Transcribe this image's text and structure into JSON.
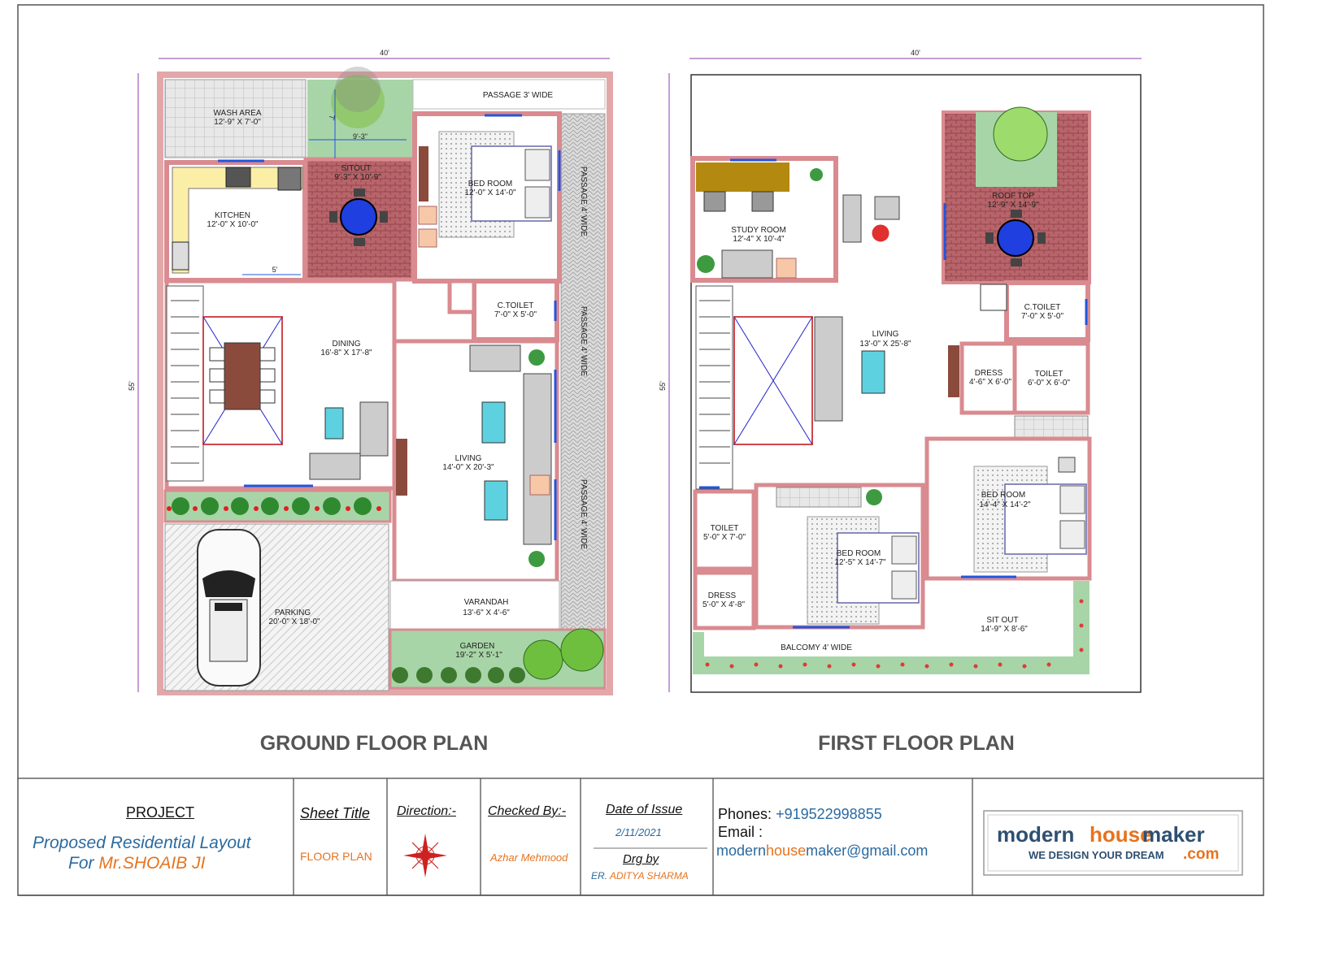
{
  "ground_floor": {
    "title": "GROUND FLOOR PLAN",
    "width_dim": "40'",
    "depth_dim": "55'",
    "courtyard_dim": "9'-3\"",
    "courtyard_depth_dim": "7'",
    "kitchen_dim": "5'",
    "rooms": [
      {
        "name": "WASH AREA",
        "size": "12'-9\" X 7'-0\""
      },
      {
        "name": "PASSAGE 3' WIDE",
        "size": ""
      },
      {
        "name": "SITOUT",
        "size": "9'-3\" X 10'-9\""
      },
      {
        "name": "BED ROOM",
        "size": "12'-0\" X 14'-0\""
      },
      {
        "name": "KITCHEN",
        "size": "12'-0\" X 10'-0\""
      },
      {
        "name": "C.TOILET",
        "size": "7'-0\" X 5'-0\""
      },
      {
        "name": "DINING",
        "size": "16'-8\" X 17'-8\""
      },
      {
        "name": "LIVING",
        "size": "14'-0\" X 20'-3\""
      },
      {
        "name": "PARKING",
        "size": "20'-0\" X 18'-0\""
      },
      {
        "name": "VARANDAH",
        "size": "13'-6\" X 4'-6\""
      },
      {
        "name": "GARDEN",
        "size": "19'-2\" X 5'-1\""
      }
    ],
    "passages": [
      "PASSAGE 4' WIDE",
      "PASSAGE 4' WIDE",
      "PASSAGE 4' WIDE"
    ]
  },
  "first_floor": {
    "title": "FIRST FLOOR PLAN",
    "width_dim": "40'",
    "depth_dim": "55'",
    "rooms": [
      {
        "name": "STUDY ROOM",
        "size": "12'-4\" X 10'-4\""
      },
      {
        "name": "ROOF TOP",
        "size": "12'-9\" X 14'-9\""
      },
      {
        "name": "C.TOILET",
        "size": "7'-0\" X 5'-0\""
      },
      {
        "name": "LIVING",
        "size": "13'-0\" X 25'-8\""
      },
      {
        "name": "DRESS",
        "size": "4'-6\" X 6'-0\""
      },
      {
        "name": "TOILET",
        "size": "6'-0\" X 6'-0\""
      },
      {
        "name": "BED ROOM",
        "size": "14'-4\" X 14'-2\""
      },
      {
        "name": "TOILET",
        "size": "5'-0\" X 7'-0\""
      },
      {
        "name": "BED ROOM",
        "size": "12'-5\" X 14'-7\""
      },
      {
        "name": "DRESS",
        "size": "5'-0\" X 4'-8\""
      },
      {
        "name": "SIT OUT",
        "size": "14'-9\" X 8'-6\""
      },
      {
        "name": "BALCOMY 4' WIDE",
        "size": ""
      }
    ]
  },
  "title_block": {
    "project_heading": "PROJECT",
    "project_line1": "Proposed Residential Layout",
    "project_line2_prefix": "For",
    "client_name": "Mr.SHOAIB JI",
    "sheet_title_heading": "Sheet Title",
    "sheet_title": "FLOOR PLAN",
    "direction_heading": "Direction:-",
    "checked_by_heading": "Checked By:-",
    "checked_by": "Azhar Mehmood",
    "date_heading": "Date of Issue",
    "date": "2/11/2021",
    "drg_by_heading": "Drg by",
    "drg_by_prefix": "ER.",
    "drg_by_name": "ADITYA SHARMA",
    "phones_label": "Phones:",
    "phone": "+919522998855",
    "email_label": "Email :",
    "email_part1": "modern",
    "email_part2": "house",
    "email_part3": "maker@gmail.com"
  },
  "logo": {
    "part1": "modern",
    "part2": "house",
    "part3": "maker",
    "tagline": "WE DESIGN YOUR DREAM",
    "dotcom": ".com"
  },
  "colors": {
    "wall": "#d98b90",
    "brick_floor": "#b7656a",
    "water_table": "#1f3fe0",
    "accent_orange": "#e6731e",
    "accent_blue": "#2a6aa0",
    "dimension_line": "#8a3da8"
  }
}
